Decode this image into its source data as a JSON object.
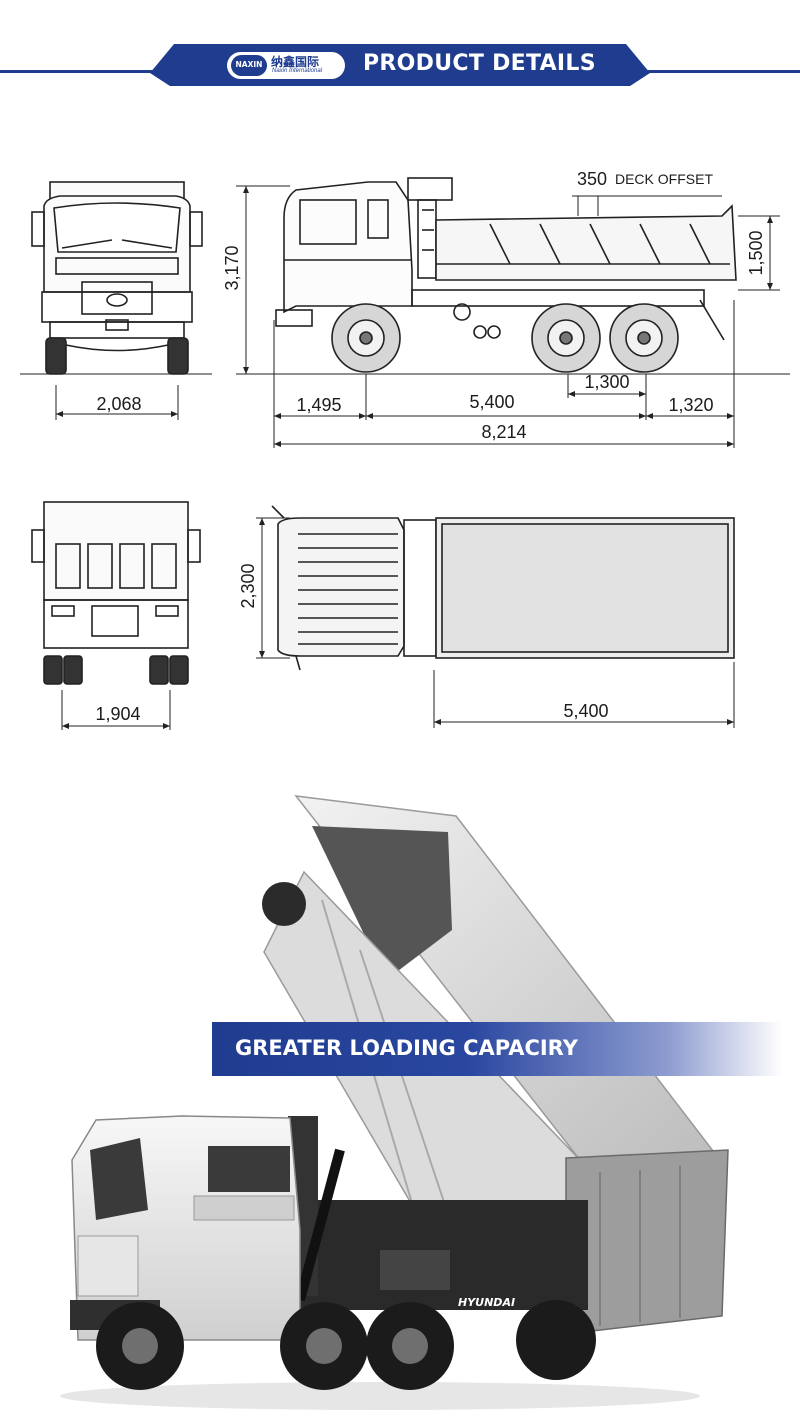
{
  "header": {
    "logo_mark": "NAXIN",
    "logo_cn": "纳鑫国际",
    "logo_en": "Naxin International",
    "title": "PRODUCT DETAILS"
  },
  "dimensions": {
    "front_height": "3,170",
    "front_width": "2,068",
    "deck_offset_value": "350",
    "deck_offset_label": "DECK OFFSET",
    "box_height": "1,500",
    "front_overhang": "1,495",
    "wheelbase": "5,400",
    "axle_spacing": "1,300",
    "rear_overhang": "1,320",
    "overall_length": "8,214",
    "cab_width": "2,300",
    "rear_width": "1,904",
    "box_length": "5,400"
  },
  "photo": {
    "brand_text": "HYUNDAI",
    "banner_text": "GREATER LOADING CAPACIRY"
  },
  "colors": {
    "brand_blue": "#1f3c8f",
    "line_dark": "#222222"
  }
}
